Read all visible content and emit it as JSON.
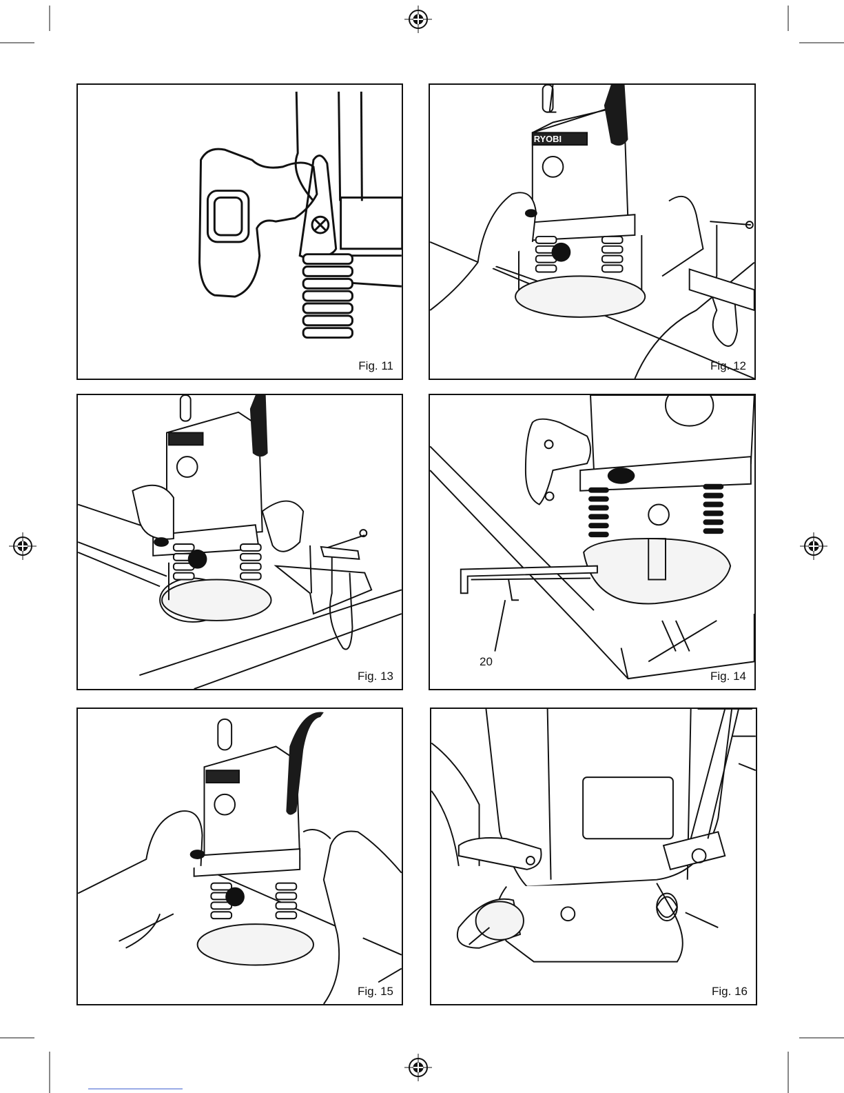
{
  "figures": [
    {
      "id": "fig11",
      "caption": "Fig. 11"
    },
    {
      "id": "fig12",
      "caption": "Fig. 12",
      "brand_label": "RYOBI"
    },
    {
      "id": "fig13",
      "caption": "Fig. 13"
    },
    {
      "id": "fig14",
      "caption": "Fig. 14",
      "callout": "20"
    },
    {
      "id": "fig15",
      "caption": "Fig. 15"
    },
    {
      "id": "fig16",
      "caption": "Fig. 16"
    }
  ],
  "icons": {
    "registration_mark": "registration-target-icon",
    "crop_mark": "crop-mark-icon"
  },
  "colors": {
    "ink": "#111111",
    "paper": "#ffffff",
    "fill_dark": "#1a1a1a",
    "fill_light": "#e6e6e6"
  }
}
